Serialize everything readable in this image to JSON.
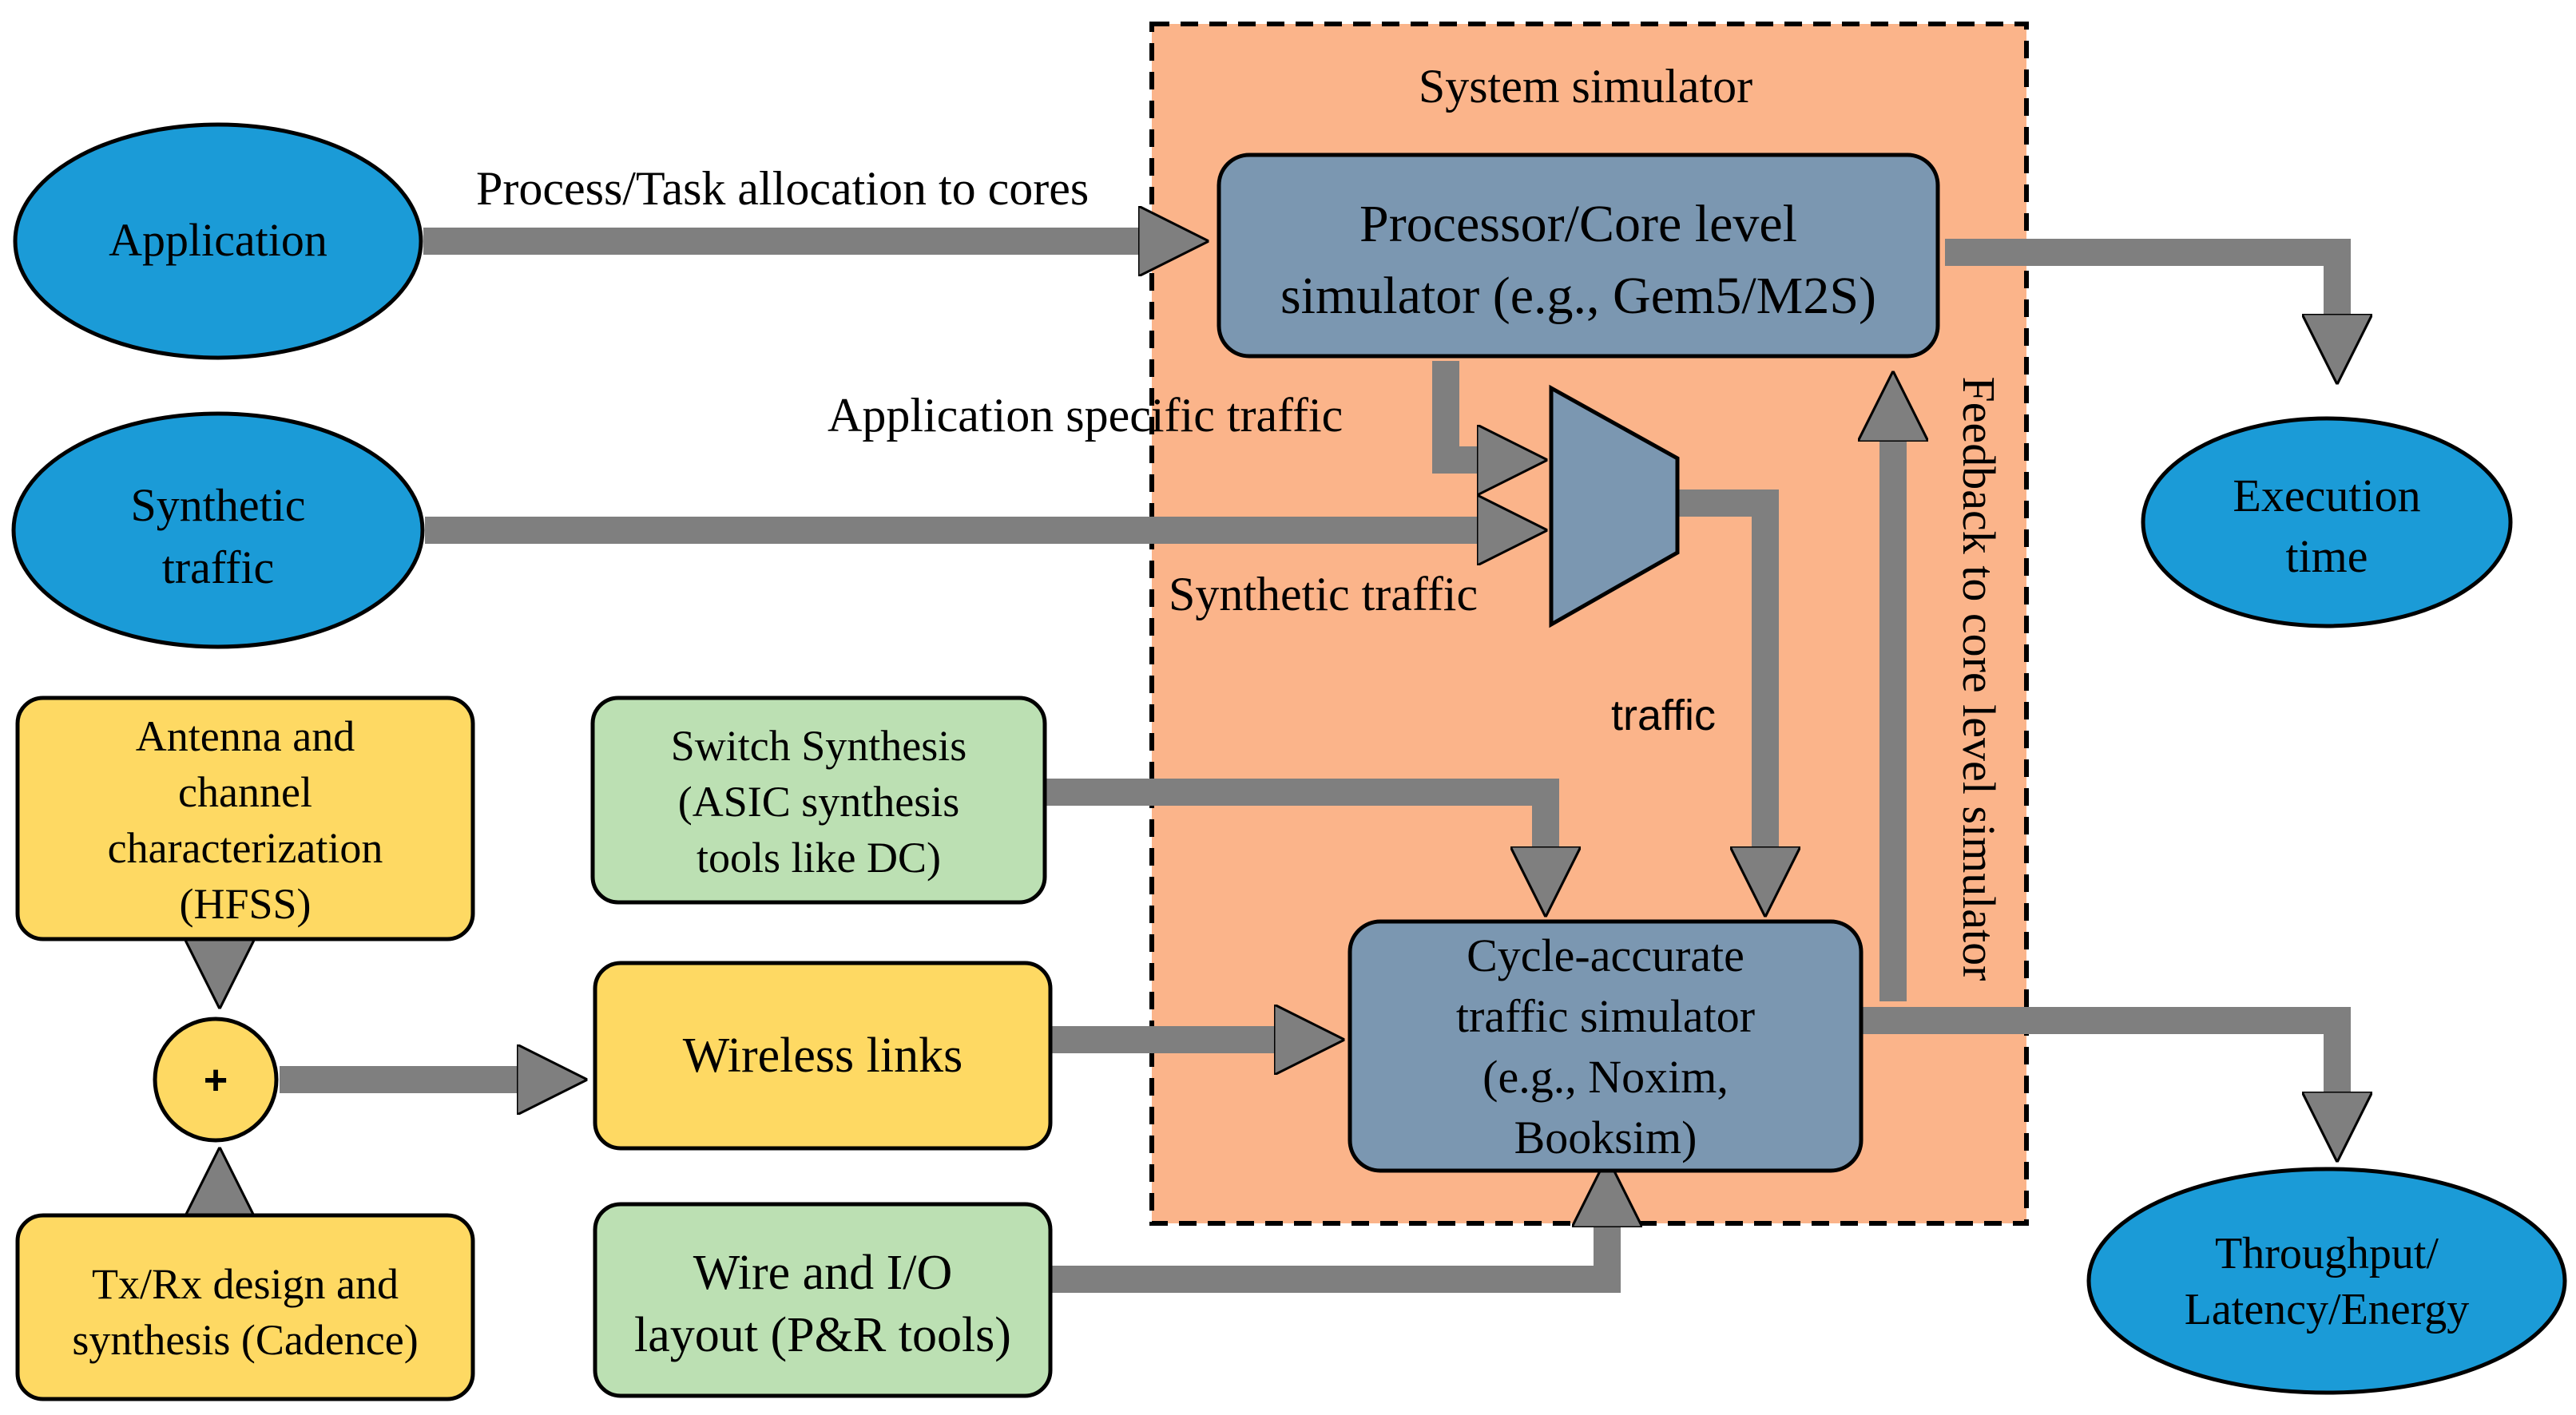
{
  "colors": {
    "ellipse_fill": "#1b9bd7",
    "simulator_region_fill": "#fbb48a",
    "simulator_box_fill": "#7b97b1",
    "yellow_box_fill": "#fed963",
    "green_box_fill": "#bce0b3",
    "arrow_fill": "#7f7f7f",
    "outline": "#000000"
  },
  "region": {
    "title": "System simulator"
  },
  "nodes": {
    "application": {
      "text": "Application",
      "icon": "ellipse"
    },
    "synthetic_traffic": {
      "line1": "Synthetic",
      "line2": "traffic",
      "icon": "ellipse"
    },
    "execution_time": {
      "line1": "Execution",
      "line2": "time",
      "icon": "ellipse"
    },
    "throughput": {
      "line1": "Throughput/",
      "line2": "Latency/Energy",
      "icon": "ellipse"
    },
    "core_simulator": {
      "line1": "Processor/Core level",
      "line2": "simulator (e.g., Gem5/M2S)"
    },
    "traffic_simulator": {
      "line1": "Cycle-accurate",
      "line2": "traffic simulator",
      "line3": "(e.g., Noxim,",
      "line4": "Booksim)"
    },
    "antenna": {
      "line1": "Antenna and",
      "line2": "channel",
      "line3": "characterization",
      "line4": "(HFSS)"
    },
    "txrx": {
      "line1": "Tx/Rx design and",
      "line2": "synthesis (Cadence)"
    },
    "switch_synthesis": {
      "line1": "Switch Synthesis",
      "line2": "(ASIC synthesis",
      "line3": "tools like DC)"
    },
    "wireless_links": {
      "text": "Wireless links"
    },
    "wire_io": {
      "line1": "Wire and I/O",
      "line2": "layout (P&R tools)"
    },
    "combiner": {
      "symbol": "+"
    },
    "multiplexer": {
      "icon": "multiplexer-trapezoid"
    }
  },
  "labels": {
    "process_allocation": "Process/Task allocation to cores",
    "app_specific_traffic": "Application specific traffic",
    "synthetic_traffic": "Synthetic traffic",
    "traffic": "traffic",
    "feedback": "Feedback to core level simulator"
  }
}
